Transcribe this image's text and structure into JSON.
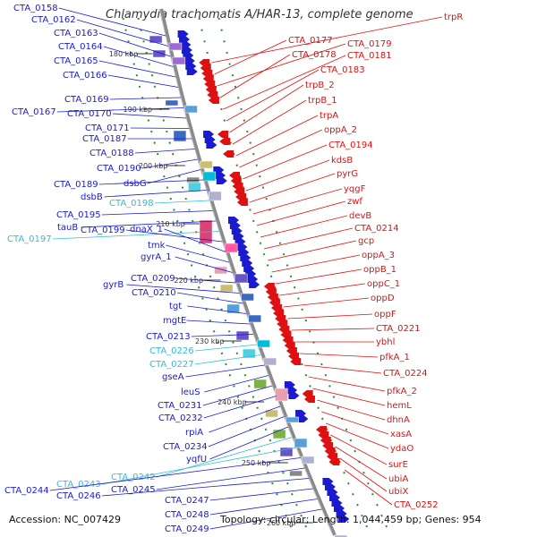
{
  "title": "Chlamydia trachomatis A/HAR-13, complete genome",
  "footer": {
    "accession": "Accession: NC_007429",
    "summary": "Topology: circular; Length: 1,044,459 bp; Genes: 954"
  },
  "colors": {
    "left_blue": "#1a1ad0",
    "left_cyan": "#33bbdd",
    "right_red": "#dd1111",
    "backbone": "#8a8a8a",
    "ticks": "#2e8b2e"
  },
  "scale_labels": [
    "180 kbp",
    "190 kbp",
    "200 kbp",
    "210 kbp",
    "220 kbp",
    "230 kbp",
    "240 kbp",
    "250 kbp",
    "260 kbp"
  ],
  "left_labels": [
    {
      "text": "CTA_0158",
      "color": "blue"
    },
    {
      "text": "CTA_0162",
      "color": "blue"
    },
    {
      "text": "CTA_0163",
      "color": "blue"
    },
    {
      "text": "CTA_0164",
      "color": "blue"
    },
    {
      "text": "CTA_0165",
      "color": "blue"
    },
    {
      "text": "CTA_0166",
      "color": "blue"
    },
    {
      "text": "CTA_0169",
      "color": "blue"
    },
    {
      "text": "CTA_0167",
      "color": "blue"
    },
    {
      "text": "CTA_0170",
      "color": "blue"
    },
    {
      "text": "CTA_0171",
      "color": "blue"
    },
    {
      "text": "CTA_0187",
      "color": "blue"
    },
    {
      "text": "CTA_0188",
      "color": "blue"
    },
    {
      "text": "CTA_0190",
      "color": "blue"
    },
    {
      "text": "dsbG",
      "color": "blue"
    },
    {
      "text": "CTA_0189",
      "color": "blue"
    },
    {
      "text": "dsbB",
      "color": "blue"
    },
    {
      "text": "CTA_0198",
      "color": "cyan"
    },
    {
      "text": "CTA_0195",
      "color": "blue"
    },
    {
      "text": "tauB",
      "color": "blue"
    },
    {
      "text": "CTA_0197",
      "color": "cyan"
    },
    {
      "text": "CTA_0199",
      "color": "blue"
    },
    {
      "text": "dnaX_1",
      "color": "blue"
    },
    {
      "text": "tmk",
      "color": "blue"
    },
    {
      "text": "gyrA_1",
      "color": "blue"
    },
    {
      "text": "CTA_0209",
      "color": "blue"
    },
    {
      "text": "gyrB",
      "color": "blue"
    },
    {
      "text": "CTA_0210",
      "color": "blue"
    },
    {
      "text": "tgt",
      "color": "blue"
    },
    {
      "text": "mgtE",
      "color": "blue"
    },
    {
      "text": "CTA_0213",
      "color": "blue"
    },
    {
      "text": "CTA_0226",
      "color": "cyan"
    },
    {
      "text": "CTA_0227",
      "color": "cyan"
    },
    {
      "text": "gseA",
      "color": "blue"
    },
    {
      "text": "leuS",
      "color": "blue"
    },
    {
      "text": "CTA_0231",
      "color": "blue"
    },
    {
      "text": "CTA_0232",
      "color": "blue"
    },
    {
      "text": "rpiA",
      "color": "blue"
    },
    {
      "text": "CTA_0234",
      "color": "blue"
    },
    {
      "text": "yqfU",
      "color": "blue"
    },
    {
      "text": "CTA_0242",
      "color": "cyan"
    },
    {
      "text": "CTA_0243",
      "color": "cyan"
    },
    {
      "text": "CTA_0244",
      "color": "blue"
    },
    {
      "text": "CTA_0245",
      "color": "blue"
    },
    {
      "text": "CTA_0246",
      "color": "blue"
    },
    {
      "text": "CTA_0247",
      "color": "blue"
    },
    {
      "text": "CTA_0248",
      "color": "blue"
    },
    {
      "text": "CTA_0249",
      "color": "blue"
    }
  ],
  "right_labels": [
    {
      "text": "trpR"
    },
    {
      "text": "CTA_0177"
    },
    {
      "text": "CTA_0179"
    },
    {
      "text": "CTA_0178"
    },
    {
      "text": "CTA_0181"
    },
    {
      "text": "CTA_0183"
    },
    {
      "text": "trpB_2"
    },
    {
      "text": "trpB_1"
    },
    {
      "text": "trpA"
    },
    {
      "text": "oppA_2"
    },
    {
      "text": "CTA_0194"
    },
    {
      "text": "kdsB"
    },
    {
      "text": "pyrG"
    },
    {
      "text": "yqgF"
    },
    {
      "text": "zwf"
    },
    {
      "text": "devB"
    },
    {
      "text": "CTA_0214"
    },
    {
      "text": "gcp"
    },
    {
      "text": "oppA_3"
    },
    {
      "text": "oppB_1"
    },
    {
      "text": "oppC_1"
    },
    {
      "text": "oppD"
    },
    {
      "text": "oppF"
    },
    {
      "text": "CTA_0221"
    },
    {
      "text": "ybhl"
    },
    {
      "text": "pfkA_1"
    },
    {
      "text": "CTA_0224"
    },
    {
      "text": "pfkA_2"
    },
    {
      "text": "hemL"
    },
    {
      "text": "dhnA"
    },
    {
      "text": "xasA"
    },
    {
      "text": "ydaO"
    },
    {
      "text": "surE"
    },
    {
      "text": "ubiA"
    },
    {
      "text": "ubiX"
    },
    {
      "text": "CTA_0252"
    }
  ]
}
